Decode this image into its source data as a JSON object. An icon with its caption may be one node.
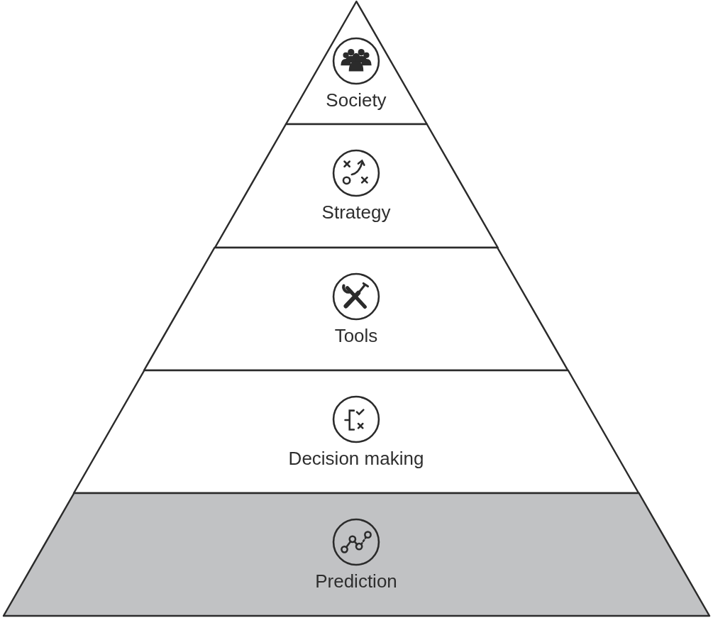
{
  "diagram": {
    "nodes": [
      {
        "text": [
          "Society"
        ]
      },
      {
        "text": [
          "Strategy"
        ]
      },
      {
        "text": [
          "Tools"
        ]
      },
      {
        "text": [
          "Decision making"
        ]
      },
      {
        "text": [
          "Prediction"
        ]
      }
    ]
  }
}
